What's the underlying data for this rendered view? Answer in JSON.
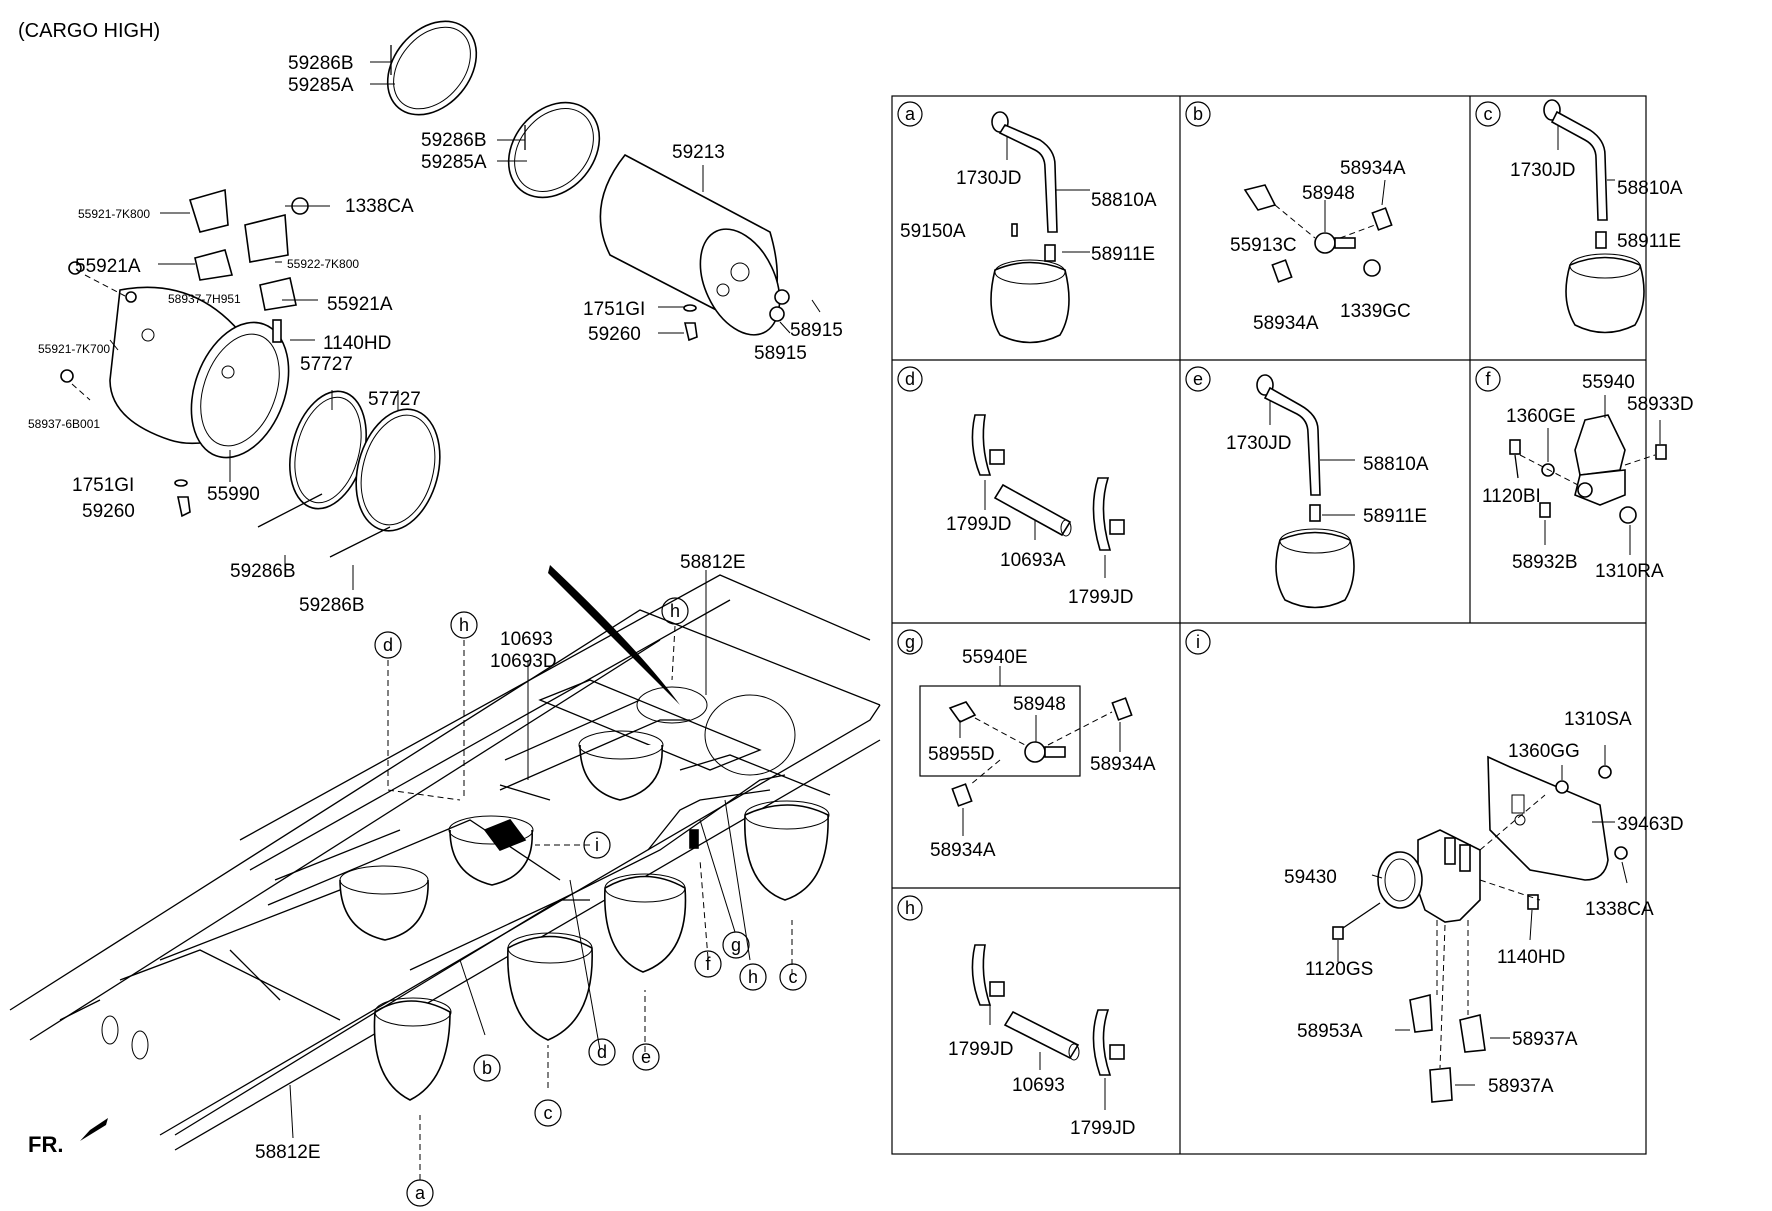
{
  "title": "(CARGO HIGH)",
  "direction": "FR.",
  "main_labels": {
    "l59286B_1": "59286B",
    "l59285A_1": "59285A",
    "l59286B_2": "59286B",
    "l59285A_2": "59285A",
    "l59213": "59213",
    "l55921_7K800": "55921-7K800",
    "l1338CA": "1338CA",
    "l55921A_1": "55921A",
    "l55922_7K800": "55922-7K800",
    "l58937_7H951": "58937-7H951",
    "l55921A_2": "55921A",
    "l55921_7K700": "55921-7K700",
    "l1140HD": "1140HD",
    "l58937_6B001": "58937-6B001",
    "l57727_1": "57727",
    "l57727_2": "57727",
    "l1751GI_1": "1751GI",
    "l59260_1": "59260",
    "l55990": "55990",
    "l59286B_3": "59286B",
    "l59286B_4": "59286B",
    "l1751GI_2": "1751GI",
    "l59260_2": "59260",
    "l58915_1": "58915",
    "l58915_2": "58915",
    "l58812E_top": "58812E",
    "l10693": "10693",
    "l10693D": "10693D",
    "l58812E_bottom": "58812E"
  },
  "callouts": {
    "d_top": "d",
    "h_top1": "h",
    "h_top2": "h",
    "i_main": "i",
    "b": "b",
    "c_bottom": "c",
    "d_bottom": "d",
    "e_bottom": "e",
    "f_bottom": "f",
    "g_bottom": "g",
    "h_bottom": "h",
    "c_right": "c",
    "a_bottom": "a"
  },
  "panels": {
    "a": {
      "letter": "a",
      "l1730JD": "1730JD",
      "l58810A": "58810A",
      "l59150A": "59150A",
      "l58911E": "58911E"
    },
    "b": {
      "letter": "b",
      "l58934A_1": "58934A",
      "l58948": "58948",
      "l55913C": "55913C",
      "l58934A_2": "58934A",
      "l1339GC": "1339GC"
    },
    "c": {
      "letter": "c",
      "l1730JD": "1730JD",
      "l58810A": "58810A",
      "l58911E": "58911E"
    },
    "d": {
      "letter": "d",
      "l1799JD_1": "1799JD",
      "l10693A": "10693A",
      "l1799JD_2": "1799JD"
    },
    "e": {
      "letter": "e",
      "l1730JD": "1730JD",
      "l58810A": "58810A",
      "l58911E": "58911E"
    },
    "f": {
      "letter": "f",
      "l55940": "55940",
      "l1360GE": "1360GE",
      "l58933D": "58933D",
      "l1120BI": "1120BI",
      "l58932B": "58932B",
      "l1310RA": "1310RA"
    },
    "g": {
      "letter": "g",
      "l55940E": "55940E",
      "l58948": "58948",
      "l58955D": "58955D",
      "l58934A_1": "58934A",
      "l58934A_2": "58934A"
    },
    "h": {
      "letter": "h",
      "l1799JD_1": "1799JD",
      "l10693": "10693",
      "l1799JD_2": "1799JD"
    },
    "i": {
      "letter": "i",
      "l1310SA": "1310SA",
      "l1360GG": "1360GG",
      "l39463D": "39463D",
      "l59430": "59430",
      "l1338CA": "1338CA",
      "l1120GS": "1120GS",
      "l1140HD": "1140HD",
      "l58953A": "58953A",
      "l58937A_1": "58937A",
      "l58937A_2": "58937A"
    }
  }
}
